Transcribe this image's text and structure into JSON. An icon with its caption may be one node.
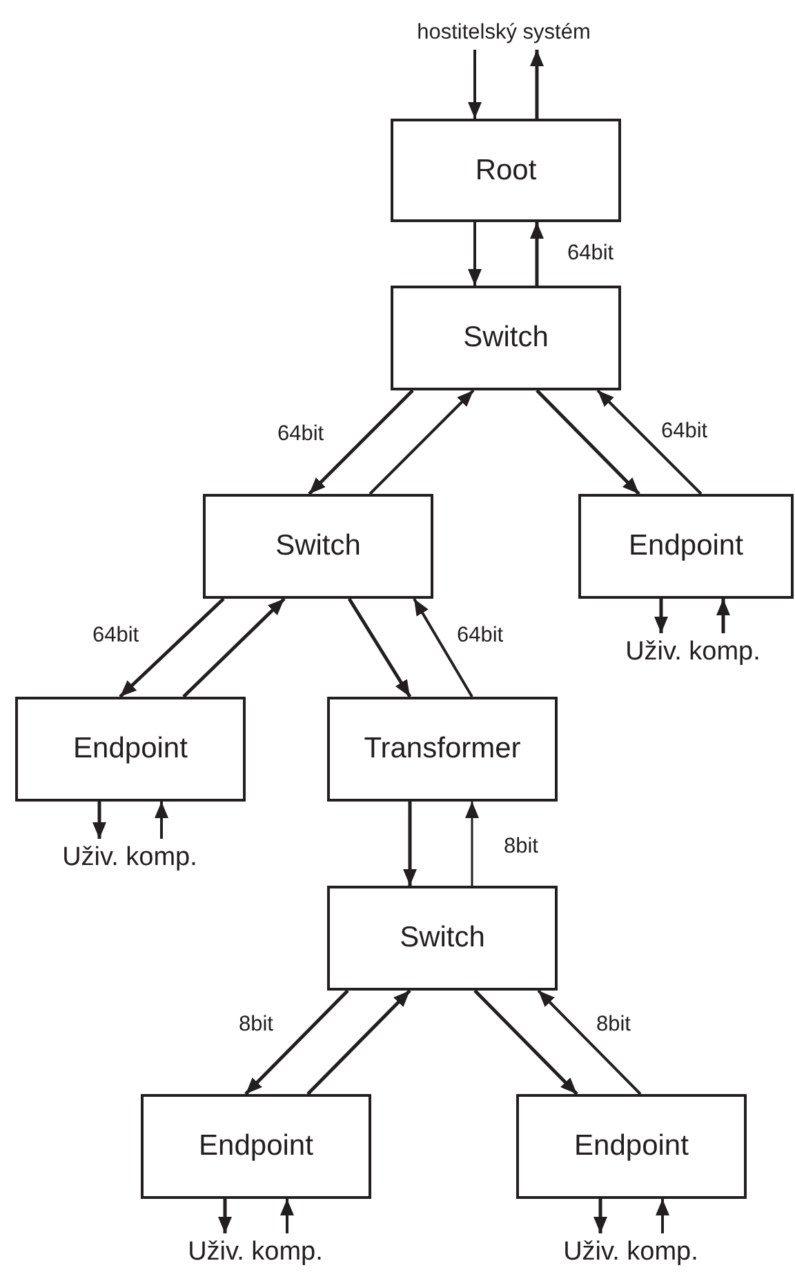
{
  "diagram": {
    "nodes": [
      {
        "text": [
          "hostitelský systém"
        ]
      },
      {
        "text": [
          "Root"
        ]
      },
      {
        "text": [
          "Switch"
        ]
      },
      {
        "text": [
          "Switch"
        ]
      },
      {
        "text": [
          "Endpoint"
        ]
      },
      {
        "text": [
          "Uživ. komp."
        ]
      },
      {
        "text": [
          "Endpoint"
        ]
      },
      {
        "text": [
          "Transformer"
        ]
      },
      {
        "text": [
          "Uživ. komp."
        ]
      },
      {
        "text": [
          "Switch"
        ]
      },
      {
        "text": [
          "Endpoint"
        ]
      },
      {
        "text": [
          "Endpoint"
        ]
      },
      {
        "text": [
          "Uživ. komp."
        ]
      },
      {
        "text": [
          "Uživ. komp."
        ]
      }
    ],
    "edges": [
      {
        "from": 0,
        "to": 1,
        "arrow": "to"
      },
      {
        "from": 1,
        "to": 0,
        "arrow": "to"
      },
      {
        "from": 1,
        "to": 2,
        "arrow": "to"
      },
      {
        "from": 2,
        "to": 1,
        "arrow": "to",
        "label": "64bit"
      },
      {
        "from": 2,
        "to": 3,
        "arrow": "to",
        "label": "64bit"
      },
      {
        "from": 3,
        "to": 2,
        "arrow": "to"
      },
      {
        "from": 2,
        "to": 4,
        "arrow": "to"
      },
      {
        "from": 4,
        "to": 2,
        "arrow": "to",
        "label": "64bit"
      },
      {
        "from": 3,
        "to": 6,
        "arrow": "to",
        "label": "64bit"
      },
      {
        "from": 6,
        "to": 3,
        "arrow": "to"
      },
      {
        "from": 3,
        "to": 7,
        "arrow": "to"
      },
      {
        "from": 7,
        "to": 3,
        "arrow": "to",
        "label": "64bit"
      },
      {
        "from": 4,
        "to": 5,
        "arrow": "to"
      },
      {
        "from": 5,
        "to": 4,
        "arrow": "to"
      },
      {
        "from": 6,
        "to": 8,
        "arrow": "to"
      },
      {
        "from": 8,
        "to": 6,
        "arrow": "to"
      },
      {
        "from": 7,
        "to": 9,
        "arrow": "to"
      },
      {
        "from": 9,
        "to": 7,
        "arrow": "to",
        "label": "8bit"
      },
      {
        "from": 9,
        "to": 10,
        "arrow": "to",
        "label": "8bit"
      },
      {
        "from": 10,
        "to": 9,
        "arrow": "to"
      },
      {
        "from": 9,
        "to": 11,
        "arrow": "to"
      },
      {
        "from": 11,
        "to": 9,
        "arrow": "to",
        "label": "8bit"
      },
      {
        "from": 10,
        "to": 12,
        "arrow": "to"
      },
      {
        "from": 12,
        "to": 10,
        "arrow": "to"
      },
      {
        "from": 11,
        "to": 13,
        "arrow": "to"
      },
      {
        "from": 13,
        "to": 11,
        "arrow": "to"
      }
    ]
  }
}
